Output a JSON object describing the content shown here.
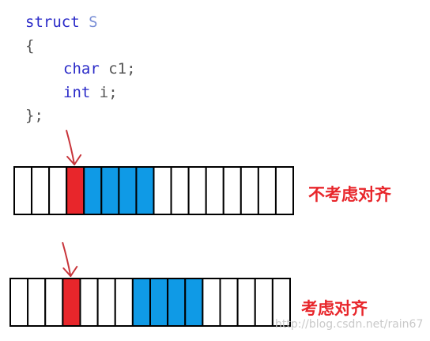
{
  "code": {
    "lines": [
      {
        "parts": [
          {
            "text": "struct",
            "style": "kw"
          },
          {
            "text": " ",
            "style": "tx"
          },
          {
            "text": "S",
            "style": "tn"
          }
        ]
      },
      {
        "parts": [
          {
            "text": "{",
            "style": "tx"
          }
        ]
      },
      {
        "parts": [
          {
            "text": "",
            "style": "indent"
          },
          {
            "text": "char",
            "style": "kw"
          },
          {
            "text": " c1;",
            "style": "tx"
          }
        ]
      },
      {
        "parts": [
          {
            "text": "",
            "style": "indent"
          },
          {
            "text": "int",
            "style": "kw"
          },
          {
            "text": " i;",
            "style": "tx"
          }
        ]
      },
      {
        "parts": [
          {
            "text": "};",
            "style": "tx"
          }
        ]
      }
    ]
  },
  "diagrams": [
    {
      "id": "unaligned",
      "label": "不考虑对齐",
      "cells": 16,
      "red_cells": [
        3
      ],
      "blue_cells": [
        4,
        5,
        6,
        7
      ],
      "arrow_cell": 3
    },
    {
      "id": "aligned",
      "label": "考虑对齐",
      "cells": 16,
      "red_cells": [
        3
      ],
      "blue_cells": [
        7,
        8,
        9,
        10
      ],
      "arrow_cell": 3
    }
  ],
  "colors": {
    "red": "#e8262b",
    "blue": "#0f9ae6",
    "cell_fill": "#ffffff",
    "border": "#000000",
    "arrow": "#c8343a"
  },
  "watermark": "http://blog.csdn.net/rain67"
}
